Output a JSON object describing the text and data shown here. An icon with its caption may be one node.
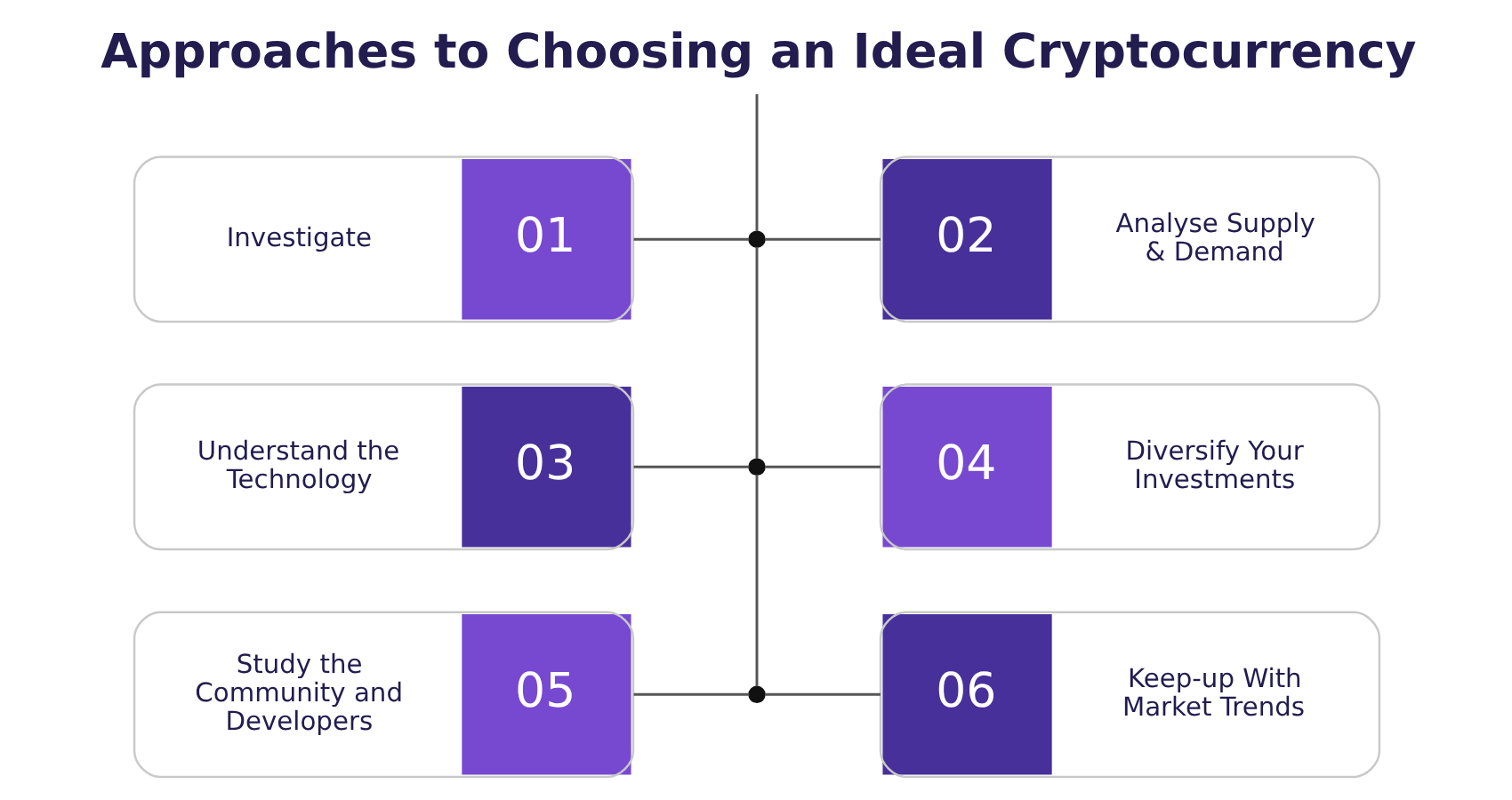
{
  "diagram": {
    "title": "Approaches to Choosing an Ideal Cryptocurrency",
    "nodes": [
      {
        "text": [
          "Investigate",
          "01"
        ]
      },
      {
        "text": [
          "02",
          "Analyse Supply & Demand"
        ]
      },
      {
        "text": [
          "Understand the Technology",
          "03"
        ]
      },
      {
        "text": [
          "04",
          "Diversify Your Investments"
        ]
      },
      {
        "text": [
          "Study the Community and Developers",
          "05"
        ]
      },
      {
        "text": [
          "06",
          "Keep-up With Market Trends"
        ]
      },
      {
        "text": [],
        "shape": "circle"
      },
      {
        "text": [],
        "shape": "circle"
      },
      {
        "text": [],
        "shape": "circle"
      }
    ],
    "edges": [
      {
        "from": null,
        "to": 6,
        "arrow": "none"
      },
      {
        "from": 0,
        "to": 6,
        "arrow": "none"
      },
      {
        "from": 6,
        "to": 1,
        "arrow": "none"
      },
      {
        "from": 6,
        "to": 7,
        "arrow": "none"
      },
      {
        "from": 2,
        "to": 7,
        "arrow": "none"
      },
      {
        "from": 7,
        "to": 3,
        "arrow": "none"
      },
      {
        "from": 7,
        "to": 8,
        "arrow": "none"
      },
      {
        "from": 4,
        "to": 8,
        "arrow": "none"
      },
      {
        "from": 8,
        "to": 5,
        "arrow": "none"
      }
    ]
  }
}
